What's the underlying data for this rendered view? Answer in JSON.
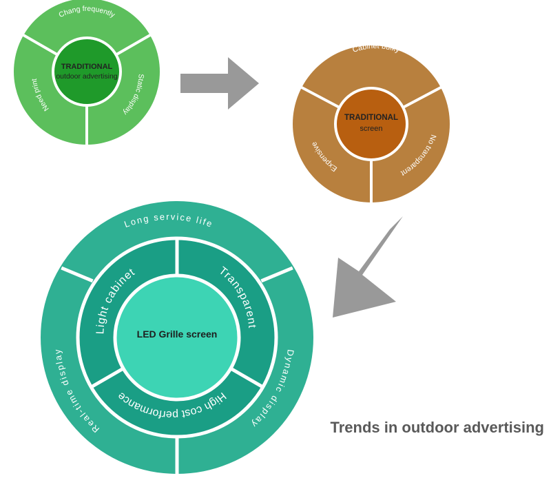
{
  "caption": "Trends in outdoor advertising",
  "traditional_advertising": {
    "center": {
      "line1": "TRADITIONAL",
      "line2": "outdoor advertising"
    },
    "segments": [
      "Chang frequently",
      "Static display",
      "Need print"
    ],
    "colors": {
      "ring": "#5cbf5c",
      "center": "#1f9a2a",
      "border": "#ffffff"
    }
  },
  "traditional_screen": {
    "center": {
      "line1": "TRADITIONAL",
      "line2": "screen"
    },
    "segments": [
      "Cabinet bulky",
      "No transparent",
      "Expensive"
    ],
    "colors": {
      "ring": "#b8803e",
      "center": "#b85f10",
      "border": "#ffffff"
    }
  },
  "led_grille": {
    "center": "LED Grille screen",
    "inner_segments": [
      "Light cabinet",
      "Transparent",
      "High cost performance"
    ],
    "outer_segments": [
      "Long service life",
      "Dynamic display",
      "Real-time display"
    ],
    "colors": {
      "outer": "#2fb093",
      "inner": "#1a9e85",
      "center": "#3dd4b4",
      "border": "#ffffff"
    }
  },
  "arrow_color": "#999999"
}
